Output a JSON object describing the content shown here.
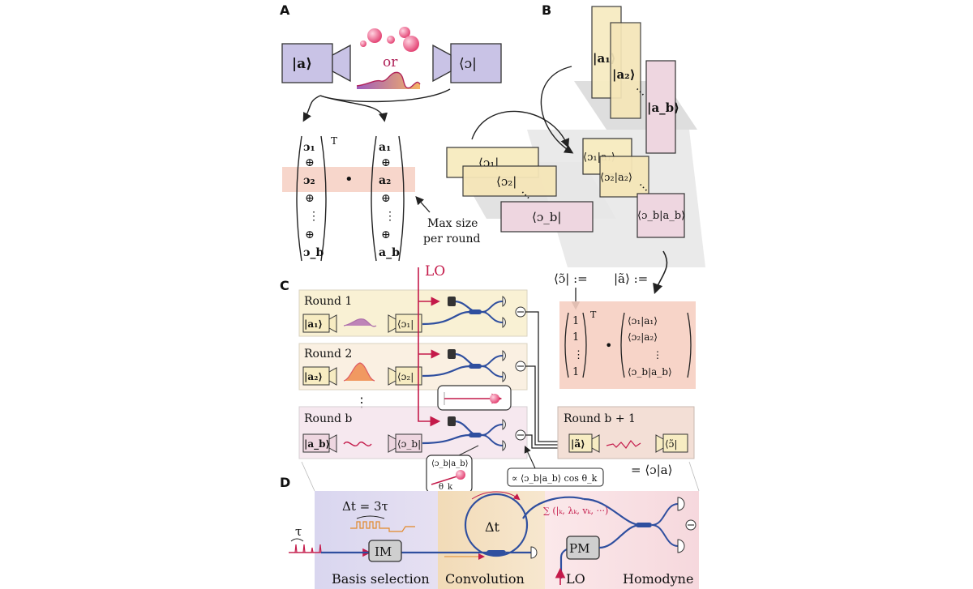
{
  "panel_labels": {
    "a": "A",
    "b": "B",
    "c": "C",
    "d": "D"
  },
  "panel_a": {
    "ket": "|a⟩",
    "bra": "⟨ɔ|",
    "or": "or",
    "transpose": "T",
    "dot": "•",
    "bra_col": [
      "ɔ₁",
      "⊕",
      "ɔ₂",
      "⊕",
      "⋮",
      "⊕",
      "ɔ_b"
    ],
    "ket_col": [
      "a₁",
      "⊕",
      "a₂",
      "⊕",
      "⋮",
      "⊕",
      "a_b"
    ],
    "note_line1": "Max size",
    "note_line2": "per round"
  },
  "panel_b": {
    "kets": [
      "|a₁⟩",
      "|a₂⟩",
      "|a_b⟩"
    ],
    "bras": [
      "⟨ɔ₁|",
      "⟨ɔ₂|",
      "⟨ɔ_b|"
    ],
    "products": [
      "⟨ɔ₁|a₁⟩",
      "⟨ɔ₂|a₂⟩",
      "⟨ɔ_b|a_b⟩"
    ],
    "dots": "⋯"
  },
  "panel_c": {
    "lo_label": "LO",
    "rounds": [
      {
        "title": "Round 1",
        "ket": "|a₁⟩",
        "bra": "⟨ɔ₁|"
      },
      {
        "title": "Round 2",
        "ket": "|a₂⟩",
        "bra": "⟨ɔ₂|"
      },
      {
        "title": "Round b",
        "ket": "|a_b⟩",
        "bra": "⟨ɔ_b|"
      }
    ],
    "vdots": "⋮",
    "def_bra": "⟨ɔ̃| :=",
    "def_ket": "|ã⟩ :=",
    "ones": [
      "1",
      "1",
      "⋮",
      "1"
    ],
    "transpose": "T",
    "dot": "•",
    "sum_entries": [
      "⟨ɔ₁|a₁⟩",
      "⟨ɔ₂|a₂⟩",
      "⋮",
      "⟨ɔ_b|a_b⟩"
    ],
    "round_next": {
      "title": "Round b + 1",
      "ket": "|ã⟩",
      "bra": "⟨ɔ̃|"
    },
    "equals": "= ⟨ɔ|a⟩",
    "prop": "∝ ⟨ɔ_b|a_b⟩ cos θ_k",
    "inset_label": "⟨ɔ_b|a_b⟩",
    "theta": "θ_k"
  },
  "panel_d": {
    "tau": "τ",
    "delta_t_eq": "Δt = 3τ",
    "im": "IM",
    "delta_t": "Δt",
    "sum_text": "∑ (|ₖ, λₖ, vₖ, ···)",
    "pm": "PM",
    "lo": "LO",
    "section_basis": "Basis selection",
    "section_conv": "Convolution",
    "section_homo": "Homodyne"
  },
  "colors": {
    "ket_fill": "#c9c3e6",
    "bra_fill": "#c9c3e6",
    "yellow_box": "#f7ecc2",
    "pink_box": "#eed6e0",
    "salmon": "#f6cfc2",
    "fiber": "#2f4f9f",
    "lo_red": "#c41a4a",
    "dark": "#2a2a2a"
  }
}
